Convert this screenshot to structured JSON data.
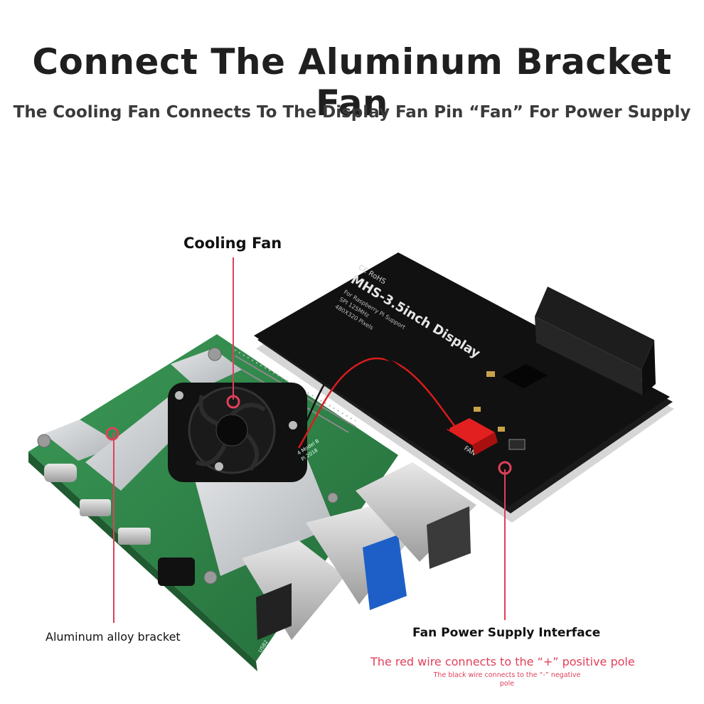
{
  "header": {
    "title": "Connect The Aluminum Bracket Fan",
    "subtitle": "The Cooling Fan Connects To The Display Fan Pin “Fan” For Power Supply"
  },
  "callouts": {
    "cooling_fan": "Cooling Fan",
    "bracket": "Aluminum alloy bracket",
    "interface": "Fan Power Supply Interface",
    "red_wire_note": "The red wire connects to the “+” positive pole",
    "black_wire_note": "The black wire connects to the “-” negative pole"
  },
  "display_board": {
    "model": "MHS-3.5inch Display",
    "resolution": "480X320 Pixels",
    "spi": "SPI 125MHz",
    "support": "For Raspberry Pi Support",
    "marks": "CE RoHS",
    "fan_pin": "FAN"
  },
  "pi_board": {
    "model": "4 Model B",
    "year": "Pi 2018",
    "port_label": "USB2"
  },
  "colors": {
    "accent_line": "#e0405a",
    "wire_red": "#d91c1c",
    "wire_black": "#111111",
    "pcb_green": "#2f8a4a",
    "display_pcb": "#151515",
    "aluminum": "#c7cacd"
  }
}
